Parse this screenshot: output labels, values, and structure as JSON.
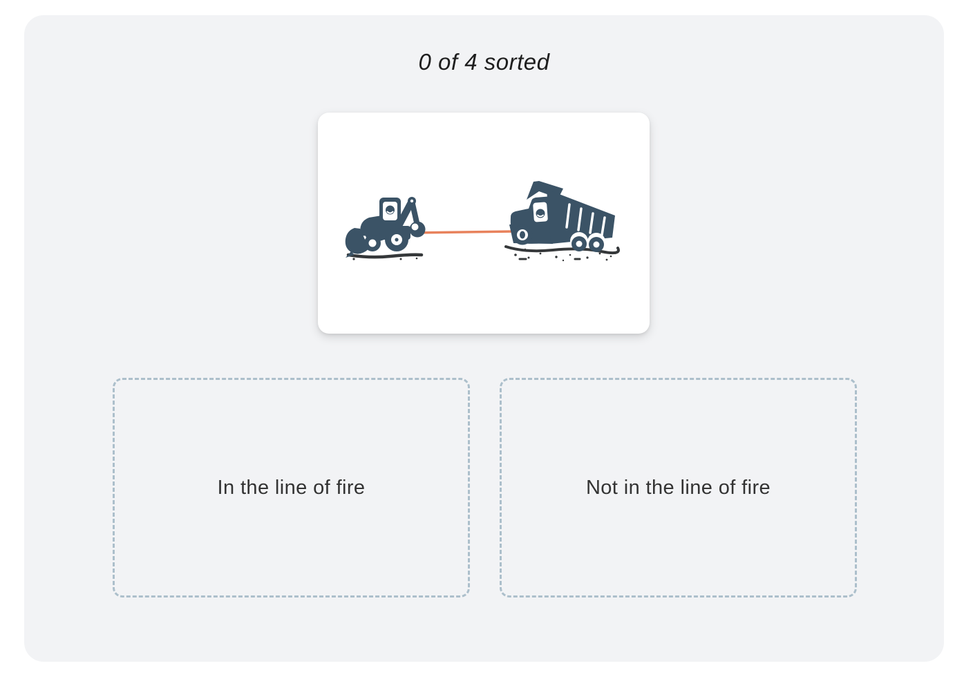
{
  "header": {
    "progress": "0 of 4 sorted"
  },
  "sort_card": {
    "illustration": "backhoe-loader-towing-dump-truck",
    "description": "Backhoe loader connected to a dump truck by a tow line"
  },
  "drop_zones": [
    {
      "label": "In the line of fire"
    },
    {
      "label": "Not in the line of fire"
    }
  ],
  "colors": {
    "page_background": "#FFFFFF",
    "panel_background": "#F2F3F5",
    "card_background": "#FFFFFF",
    "zone_border": "#ACBFCB",
    "zone_label_text": "#333333",
    "progress_text": "#1E1E1E",
    "vehicle": "#3B5366",
    "rope": "#E8825C",
    "ground": "#35383A"
  }
}
